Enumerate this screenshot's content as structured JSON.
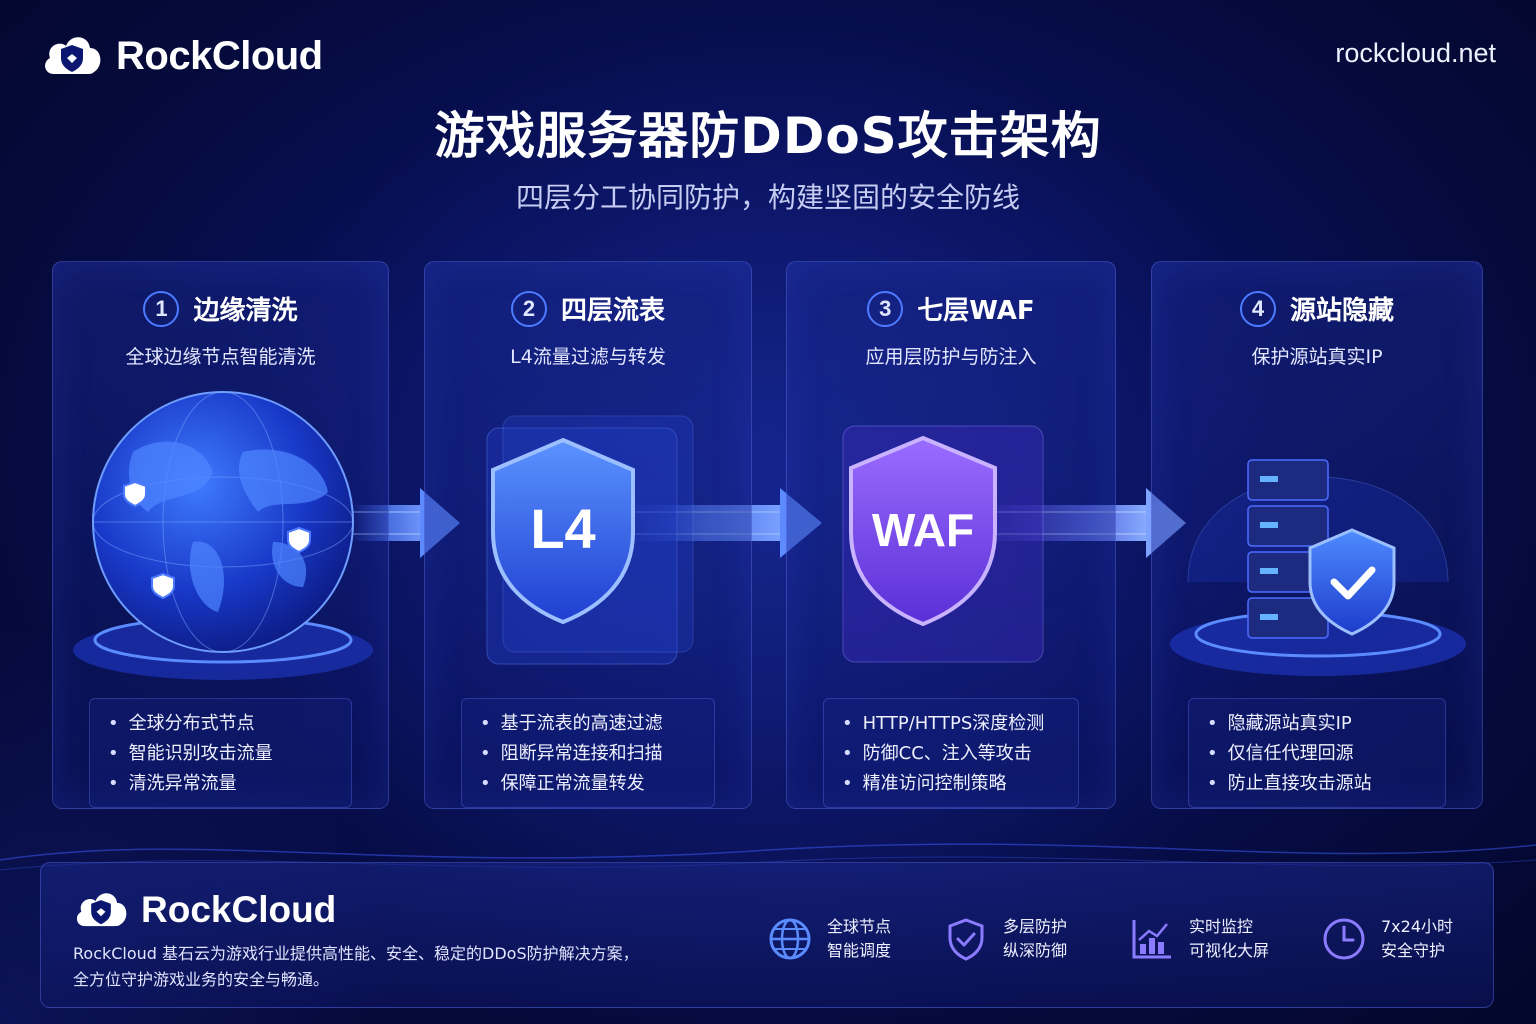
{
  "header": {
    "brand": "RockCloud",
    "url": "rockcloud.net",
    "title": "游戏服务器防DDoS攻击架构",
    "subtitle": "四层分工协同防护，构建坚固的安全防线"
  },
  "layers": [
    {
      "number": "1",
      "title": "边缘清洗",
      "desc": "全球边缘节点智能清洗",
      "visual": "globe-icon",
      "bullets": [
        "全球分布式节点",
        "智能识别攻击流量",
        "清洗异常流量"
      ]
    },
    {
      "number": "2",
      "title": "四层流表",
      "desc": "L4流量过滤与转发",
      "visual": "shield-l4-icon",
      "badge": "L4",
      "bullets": [
        "基于流表的高速过滤",
        "阻断异常连接和扫描",
        "保障正常流量转发"
      ]
    },
    {
      "number": "3",
      "title": "七层WAF",
      "desc": "应用层防护与防注入",
      "visual": "shield-waf-icon",
      "badge": "WAF",
      "bullets": [
        "HTTP/HTTPS深度检测",
        "防御CC、注入等攻击",
        "精准访问控制策略"
      ]
    },
    {
      "number": "4",
      "title": "源站隐藏",
      "desc": "保护源站真实IP",
      "visual": "server-shield-icon",
      "bullets": [
        "隐藏源站真实IP",
        "仅信任代理回源",
        "防止直接攻击源站"
      ]
    }
  ],
  "footer": {
    "brand": "RockCloud",
    "desc_line1": "RockCloud 基石云为游戏行业提供高性能、安全、稳定的DDoS防护解决方案，",
    "desc_line2": "全方位守护游戏业务的安全与畅通。",
    "features": [
      {
        "icon": "globe-icon",
        "line1": "全球节点",
        "line2": "智能调度"
      },
      {
        "icon": "shield-check-icon",
        "line1": "多层防护",
        "line2": "纵深防御"
      },
      {
        "icon": "chart-icon",
        "line1": "实时监控",
        "line2": "可视化大屏"
      },
      {
        "icon": "clock-icon",
        "line1": "7x24小时",
        "line2": "安全守护"
      }
    ]
  },
  "colors": {
    "accent": "#4d7bff",
    "purple": "#8b5cf6",
    "background": "#081059"
  }
}
